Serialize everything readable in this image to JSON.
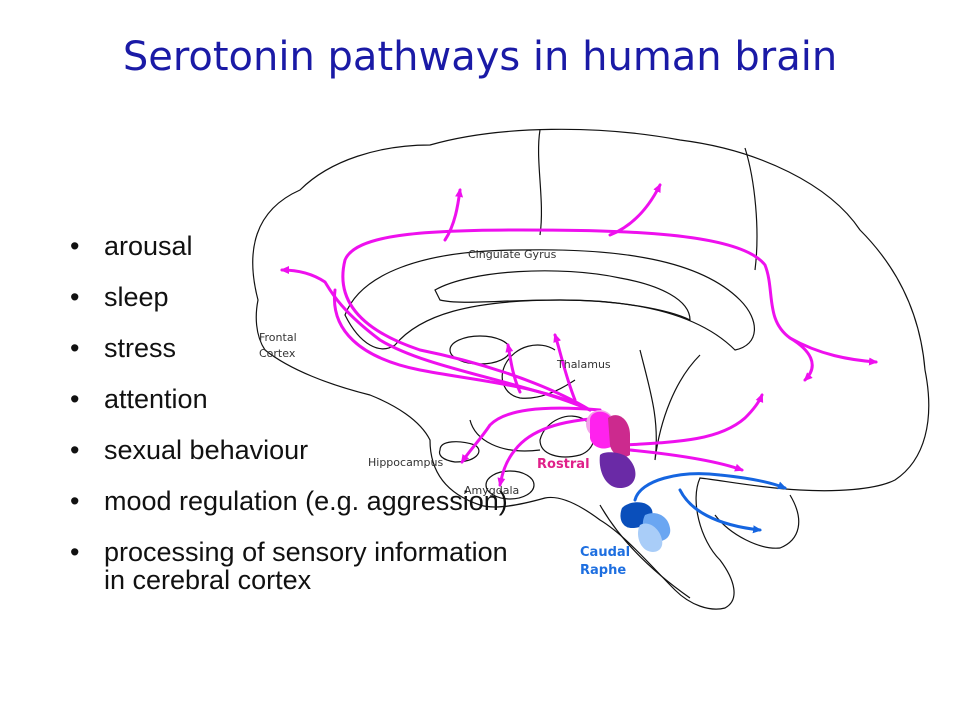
{
  "title": "Serotonin pathways in human brain",
  "bullets": [
    "arousal",
    "sleep",
    "stress",
    "attention",
    "sexual behaviour",
    "mood regulation (e.g. aggression)",
    "processing of sensory information in cerebral cortex"
  ],
  "labels": {
    "cingulate": "Cingulate Gyrus",
    "frontal_1": "Frontal",
    "frontal_2": "Cortex",
    "thalamus": "Thalamus",
    "hippocampus": "Hippocampus",
    "amygdala": "Amygdala",
    "rostral": "Rostral",
    "caudal_1": "Caudal",
    "caudal_2": "Raphe"
  },
  "colors": {
    "title": "#1a1aa6",
    "rostral_pathway": "#ee10ee",
    "caudal_pathway": "#1565e0",
    "rostral_label": "#e0208a",
    "caudal_label": "#1e6fe0"
  }
}
